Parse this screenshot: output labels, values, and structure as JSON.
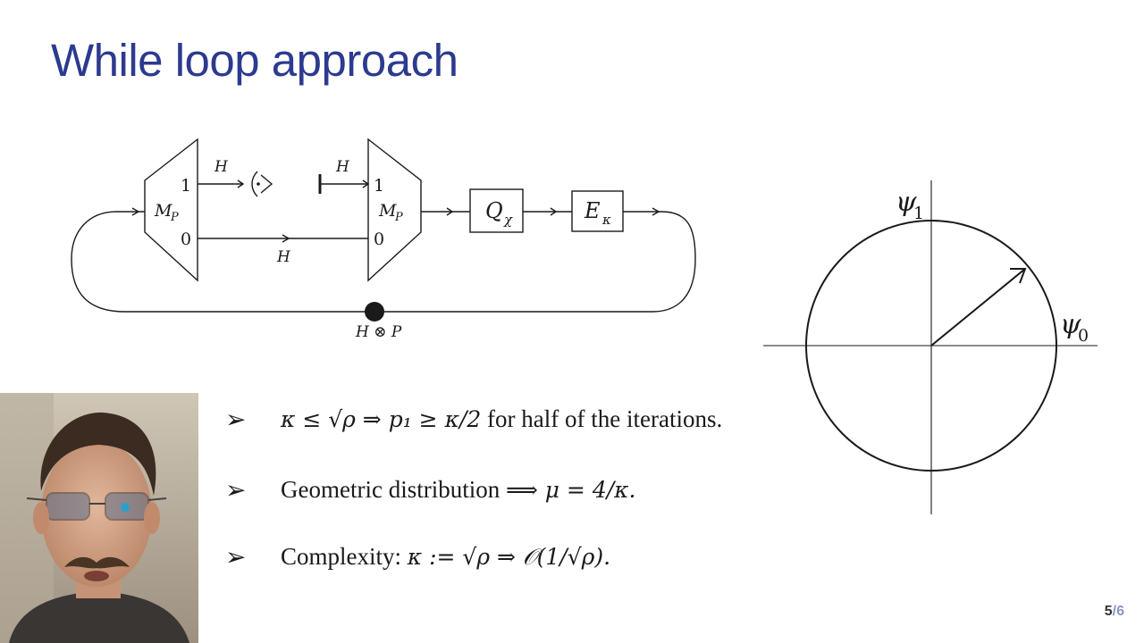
{
  "slide": {
    "title": "While loop approach",
    "page": {
      "current": "5",
      "total": "/6"
    }
  },
  "circuit": {
    "box1": "M",
    "box1_sub": "P",
    "box2": "M",
    "box2_sub": "P",
    "port_one": "1",
    "port_zero": "0",
    "wire_label": "H",
    "gate_q": "Q",
    "gate_q_sub": "χ",
    "gate_e": "E",
    "gate_e_sub": "κ",
    "feedback_label": "H ⊗ P"
  },
  "phase_diagram": {
    "label_top": "ψ",
    "label_top_sub": "1",
    "label_right": "ψ",
    "label_right_sub": "0"
  },
  "bullets": {
    "marker": "➢",
    "b1_math": "κ ≤ √ρ ⇒ p₁ ≥ κ/2",
    "b1_text": "for half of the iterations.",
    "b2_text": "Geometric distribution",
    "b2_math": "⟹ μ = 4/κ.",
    "b3_text": "Complexity:",
    "b3_math": "κ := √ρ ⇒ 𝒪(1/√ρ)."
  },
  "colors": {
    "title": "#2c3a8f",
    "ink": "#1a1a1a"
  }
}
